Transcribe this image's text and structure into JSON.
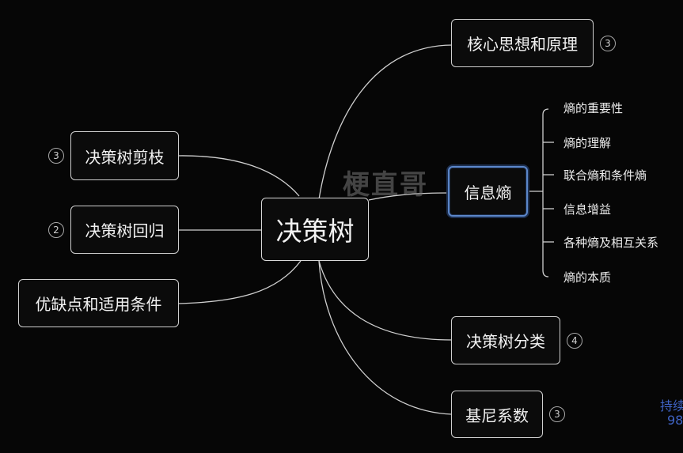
{
  "root": {
    "label": "决策树"
  },
  "branches": {
    "core": {
      "label": "核心思想和原理",
      "count": "3"
    },
    "entropy": {
      "label": "信息熵"
    },
    "classify": {
      "label": "决策树分类",
      "count": "4"
    },
    "gini": {
      "label": "基尼系数",
      "count": "3"
    },
    "prune": {
      "label": "决策树剪枝",
      "count": "3"
    },
    "regression": {
      "label": "决策树回归",
      "count": "2"
    },
    "pros_cons": {
      "label": "优缺点和适用条件"
    }
  },
  "entropy_children": [
    "熵的重要性",
    "熵的理解",
    "联合熵和条件熵",
    "信息增益",
    "各种熵及相互关系",
    "熵的本质"
  ],
  "watermark": "梗直哥",
  "corner_text": {
    "line1": "持续",
    "line2": "98"
  },
  "colors": {
    "background": "#060606",
    "line": "#d0d0d0",
    "selected_border": "#5b86c9",
    "corner_text": "#3f63c4"
  }
}
